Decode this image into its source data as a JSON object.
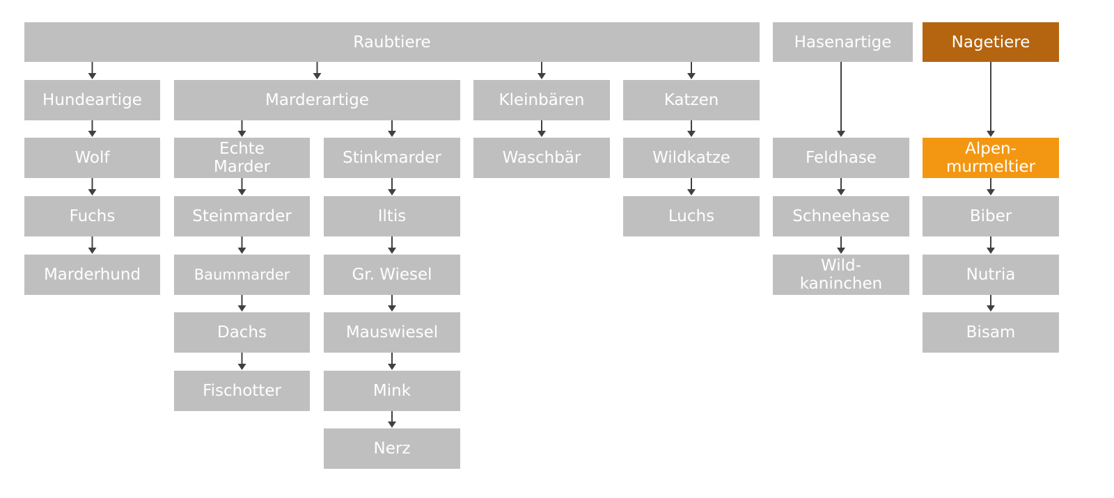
{
  "colors": {
    "box": "#bfbfbf",
    "nagetiere": "#b5650f",
    "highlight": "#f39712",
    "text": "#ffffff",
    "arrow": "#404040"
  },
  "nodes": {
    "raubtiere": "Raubtiere",
    "hasenartige": "Hasenartige",
    "nagetiere": "Nagetiere",
    "hundeartige": "Hundeartige",
    "marderartige": "Marderartige",
    "kleinbaeren": "Kleinbären",
    "katzen": "Katzen",
    "wolf": "Wolf",
    "fuchs": "Fuchs",
    "marderhund": "Marderhund",
    "echte_marder_1": "Echte",
    "echte_marder_2": "Marder",
    "stinkmarder": "Stinkmarder",
    "steinmarder": "Steinmarder",
    "baummarder": "Baummarder",
    "dachs": "Dachs",
    "fischotter": "Fischotter",
    "iltis": "Iltis",
    "gr_wiesel": "Gr. Wiesel",
    "mauswiesel": "Mauswiesel",
    "mink": "Mink",
    "nerz": "Nerz",
    "waschbaer": "Waschbär",
    "wildkatze": "Wildkatze",
    "luchs": "Luchs",
    "feldhase": "Feldhase",
    "schneehase": "Schneehase",
    "wildkaninchen_1": "Wild-",
    "wildkaninchen_2": "kaninchen",
    "alpenmurmeltier_1": "Alpen-",
    "alpenmurmeltier_2": "murmeltier",
    "biber": "Biber",
    "nutria": "Nutria",
    "bisam": "Bisam"
  },
  "links": [
    [
      "raubtiere",
      "hundeartige"
    ],
    [
      "raubtiere",
      "marderartige"
    ],
    [
      "raubtiere",
      "kleinbaeren"
    ],
    [
      "raubtiere",
      "katzen"
    ],
    [
      "hundeartige",
      "wolf"
    ],
    [
      "wolf",
      "fuchs"
    ],
    [
      "fuchs",
      "marderhund"
    ],
    [
      "marderartige",
      "echte_marder"
    ],
    [
      "marderartige",
      "stinkmarder"
    ],
    [
      "echte_marder",
      "steinmarder"
    ],
    [
      "steinmarder",
      "baummarder"
    ],
    [
      "baummarder",
      "dachs"
    ],
    [
      "dachs",
      "fischotter"
    ],
    [
      "stinkmarder",
      "iltis"
    ],
    [
      "iltis",
      "gr_wiesel"
    ],
    [
      "gr_wiesel",
      "mauswiesel"
    ],
    [
      "mauswiesel",
      "mink"
    ],
    [
      "mink",
      "nerz"
    ],
    [
      "kleinbaeren",
      "waschbaer"
    ],
    [
      "katzen",
      "wildkatze"
    ],
    [
      "wildkatze",
      "luchs"
    ],
    [
      "hasenartige",
      "feldhase"
    ],
    [
      "feldhase",
      "schneehase"
    ],
    [
      "schneehase",
      "wildkaninchen"
    ],
    [
      "nagetiere",
      "alpenmurmeltier"
    ],
    [
      "alpenmurmeltier",
      "biber"
    ],
    [
      "biber",
      "nutria"
    ],
    [
      "nutria",
      "bisam"
    ]
  ]
}
